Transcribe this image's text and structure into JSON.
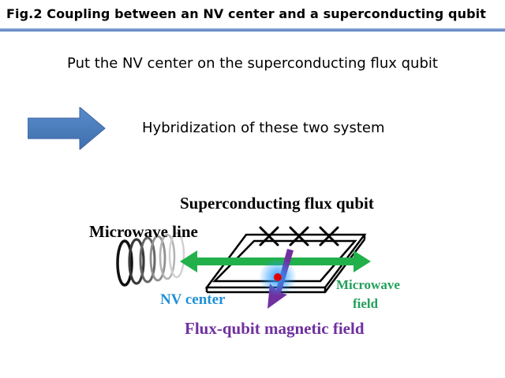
{
  "header": {
    "title": "Fig.2   Coupling between an NV center and a superconducting qubit"
  },
  "body": {
    "line1": "Put the NV center on the superconducting flux qubit",
    "line2": "Hybridization of these two system"
  },
  "diagram": {
    "labels": {
      "superconducting_flux_qubit": "Superconducting flux qubit",
      "microwave_line": "Microwave line",
      "nv_center": "NV center",
      "microwave_field_1": "Microwave",
      "microwave_field_2": "field",
      "flux_qubit_magnetic_field": "Flux-qubit magnetic field"
    }
  },
  "colors": {
    "title_rule": "#5b7fbf",
    "arrow_fill": "#4f81bd",
    "microwave_field_arrow": "#22b04a",
    "nv_center_glow": "#1e90ff",
    "nv_center_dot": "#e00000",
    "flux_arrow": "#7030a0"
  }
}
